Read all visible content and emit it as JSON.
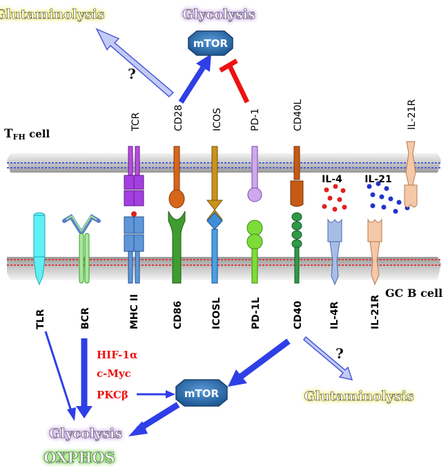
{
  "top": {
    "glutaminolysis": "Glutaminolysis",
    "glycolysis": "Glycolysis",
    "mtor": "mTOR",
    "question": "?"
  },
  "tfh_cell": {
    "label_main": "T",
    "label_sub": "FH",
    "label_rest": " cell"
  },
  "gcb_cell": {
    "label": "GC B cell"
  },
  "receptors_tfh": [
    "TCR",
    "CD28",
    "ICOS",
    "PD-1",
    "CD40L",
    "IL-21R"
  ],
  "receptors_b": [
    "TLR",
    "BCR",
    "MHC II",
    "CD86",
    "ICOSL",
    "PD-1L",
    "CD40",
    "IL-4R",
    "IL-21R"
  ],
  "cytokines": {
    "il4": "IL-4",
    "il21": "IL-21"
  },
  "bottom": {
    "hif": "HIF-1α",
    "myc": "c-Myc",
    "pkc": "PKCβ",
    "mtor": "mTOR",
    "question": "?",
    "glutaminolysis": "Glutaminolysis",
    "glycolysis": "Glycolysis",
    "oxphos": "OXPHOS"
  },
  "colors": {
    "arrow_blue": "#2f3fe6",
    "arrow_light": "#b9c2f3",
    "inhibit_red": "#ee1111",
    "mtor_fill": "#2d6fb0",
    "glow_yellow": "#f4f08a",
    "glow_purple": "#c9a6e8",
    "glow_green": "#7fd95a"
  }
}
